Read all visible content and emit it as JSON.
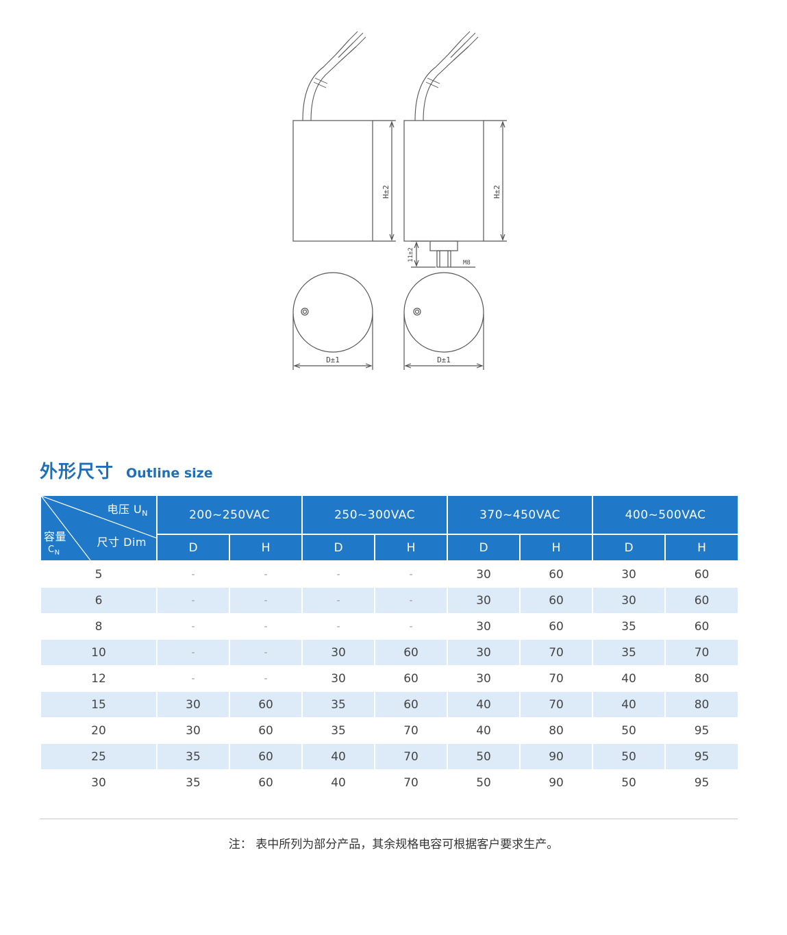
{
  "drawing": {
    "height_label": "H±2",
    "diameter_label": "D±1",
    "stud_length_label": "11±2",
    "thread_label": "M8"
  },
  "section": {
    "title_cn": "外形尺寸",
    "title_en": "Outline size"
  },
  "table": {
    "corner": {
      "voltage_label": "电压",
      "voltage_symbol": "U",
      "voltage_sub": "N",
      "dim_label": "尺寸 Dim",
      "capacity_label": "容量",
      "capacity_symbol": "C",
      "capacity_sub": "N"
    },
    "voltage_groups": [
      "200~250VAC",
      "250~300VAC",
      "370~450VAC",
      "400~500VAC"
    ],
    "sub_headers": [
      "D",
      "H",
      "D",
      "H",
      "D",
      "H",
      "D",
      "H"
    ],
    "rows": [
      [
        "5",
        "-",
        "-",
        "-",
        "-",
        "30",
        "60",
        "30",
        "60"
      ],
      [
        "6",
        "-",
        "-",
        "-",
        "-",
        "30",
        "60",
        "30",
        "60"
      ],
      [
        "8",
        "-",
        "-",
        "-",
        "-",
        "30",
        "60",
        "35",
        "60"
      ],
      [
        "10",
        "-",
        "-",
        "30",
        "60",
        "30",
        "70",
        "35",
        "70"
      ],
      [
        "12",
        "-",
        "-",
        "30",
        "60",
        "30",
        "70",
        "40",
        "80"
      ],
      [
        "15",
        "30",
        "60",
        "35",
        "60",
        "40",
        "70",
        "40",
        "80"
      ],
      [
        "20",
        "30",
        "60",
        "35",
        "70",
        "40",
        "80",
        "50",
        "95"
      ],
      [
        "25",
        "35",
        "60",
        "40",
        "70",
        "50",
        "90",
        "50",
        "95"
      ],
      [
        "30",
        "35",
        "60",
        "40",
        "70",
        "50",
        "90",
        "50",
        "95"
      ]
    ]
  },
  "note": "注：  表中所列为部分产品，其余规格电容可根据客户要求生产。",
  "colors": {
    "header_blue": "#1f78c8",
    "title_blue": "#1f6fb8",
    "stripe": "#dcebf7"
  }
}
